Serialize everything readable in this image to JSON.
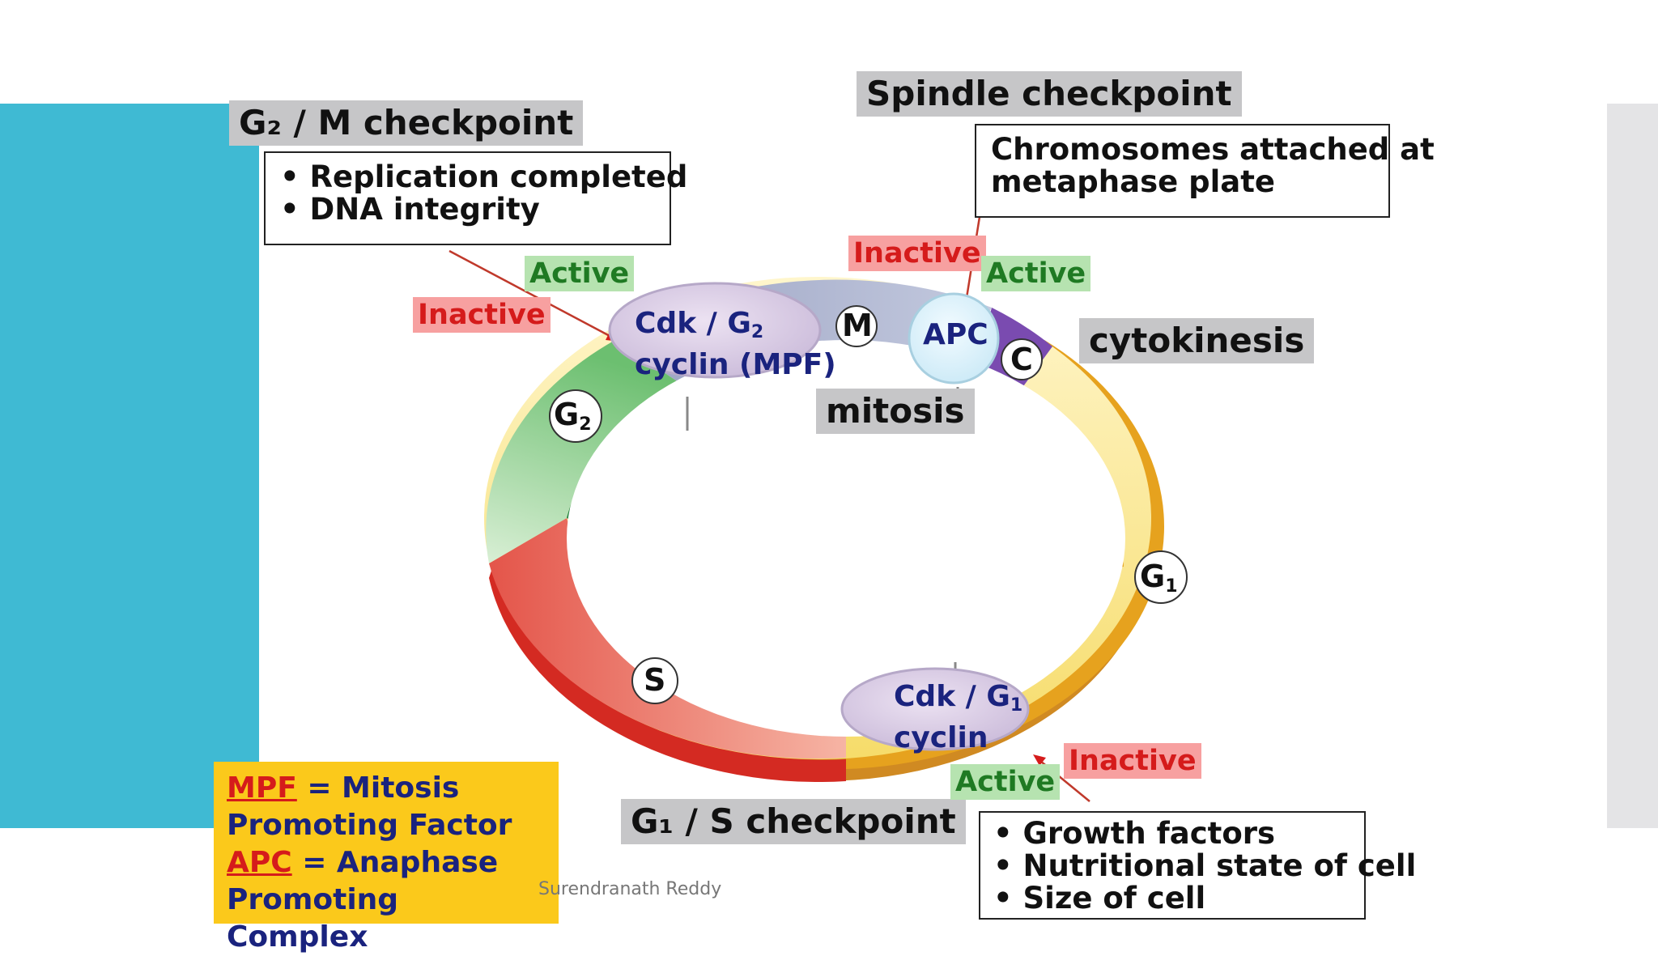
{
  "labels": {
    "g2m_checkpoint": "G₂ / M checkpoint",
    "spindle_checkpoint": "Spindle checkpoint",
    "g1s_checkpoint": "G₁ / S checkpoint",
    "mitosis": "mitosis",
    "cytokinesis": "cytokinesis"
  },
  "g2m_box": {
    "items": [
      "• Replication completed",
      "• DNA integrity"
    ]
  },
  "spindle_box": {
    "lines": [
      "Chromosomes attached at",
      "metaphase plate"
    ]
  },
  "g1s_box": {
    "items": [
      "• Growth factors",
      "• Nutritional state of cell",
      "• Size of cell"
    ]
  },
  "states": {
    "g2m_inactive": "Inactive",
    "g2m_active": "Active",
    "spindle_inactive": "Inactive",
    "spindle_active": "Active",
    "g1s_inactive": "Inactive",
    "g1s_active": "Active"
  },
  "enzymes": {
    "mpf_line1_prefix": "Cdk / G",
    "mpf_line1_sub": "2",
    "mpf_line2": "cyclin (MPF)",
    "apc": "APC",
    "g1_line1_prefix": "Cdk / G",
    "g1_line1_sub": "1",
    "g1_line2": "cyclin"
  },
  "phases": {
    "g2_letter": "G",
    "g2_sub": "2",
    "m": "M",
    "c": "C",
    "g1_letter": "G",
    "g1_sub": "1",
    "s": "S"
  },
  "legend": {
    "line1_abbr": "MPF",
    "line1_rest": " = Mitosis",
    "line2": "Promoting Factor",
    "line3_abbr": "APC",
    "line3_rest": " = Anaphase",
    "line4": "Promoting Complex"
  },
  "credit": "Surendranath Reddy",
  "colors": {
    "teal": "#3fbad3",
    "g2_green": "#7cc47e",
    "s_red": "#e86a55",
    "g1_yellow": "#f8e68a",
    "m_slate": "#a3aac8",
    "c_purple": "#7a4bb0",
    "inactive_red": "#d51b1b",
    "active_green": "#1f7a23",
    "legend_yellow": "#fbc91b"
  }
}
